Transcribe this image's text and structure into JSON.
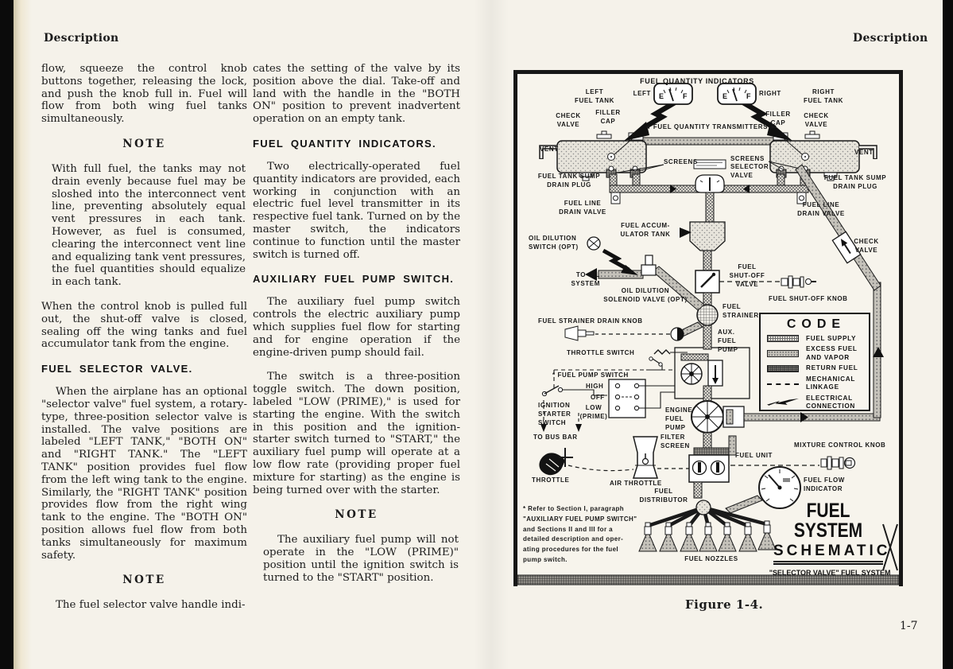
{
  "left_page": {
    "header": "Description",
    "col1": {
      "p1": "flow, squeeze the control knob buttons together, releasing the lock, and push the knob full in.  Fuel will flow from both wing fuel tanks simultaneously.",
      "note1_label": "NOTE",
      "note1": "With full fuel, the tanks may not drain evenly because fuel may be sloshed into the interconnect vent line, preventing absolutely equal vent pressures in each tank.  However, as fuel is consumed, clearing the interconnect vent line and equalizing tank vent pressures, the fuel quantities should equalize in each tank.",
      "p2": "When the control knob is pulled full out, the shut-off valve is closed, sealing off the wing tanks and fuel accumulator tank from the engine.",
      "heading1": "FUEL SELECTOR VALVE.",
      "p3": "When the airplane has an optional \"selector valve\" fuel system, a rotary-type, three-position selector valve is installed.  The valve positions are labeled \"LEFT TANK,\" \"BOTH ON\" and \"RIGHT TANK.\" The \"LEFT TANK\" position provides fuel flow from the left wing tank to the engine.  Similarly, the \"RIGHT TANK\" position provides flow from the right wing tank to the engine.  The \"BOTH ON\" position allows fuel flow from both tanks simultaneously for maximum safety.",
      "note2_label": "NOTE",
      "p4": "The fuel selector valve handle indi-"
    },
    "col2": {
      "p1": "cates the setting of the valve by its position above the dial.  Take-off and land with the handle in the \"BOTH ON\" position to prevent inadvertent operation on an empty tank.",
      "heading1": "FUEL QUANTITY INDICATORS.",
      "p2": "Two electrically-operated fuel quantity indicators are provided, each working in conjunction with an electric fuel level transmitter in its respective fuel tank.  Turned on by the master switch, the indicators continue to function until the master switch is turned off.",
      "heading2": "AUXILIARY FUEL PUMP SWITCH.",
      "p3": "The auxiliary fuel pump switch controls the electric auxiliary pump which supplies fuel flow for starting and for engine operation if the engine-driven pump should fail.",
      "p4": "The switch is a three-position toggle switch.  The down position, labeled \"LOW (PRIME),\" is used for starting the engine.  With the switch in this position and the ignition-starter switch turned to \"START,\" the auxiliary fuel pump will operate at a low flow rate (providing proper fuel mixture for starting) as the engine is being turned over with the starter.",
      "note_label": "NOTE",
      "note": "The auxiliary fuel pump will not operate in the \"LOW (PRIME)\" position until the ignition switch is turned to the \"START\" position."
    }
  },
  "right_page": {
    "header": "Description",
    "figure_caption": "Figure 1-4.",
    "page_number": "1-7",
    "diagram": {
      "labels": {
        "fqi_title": "FUEL QUANTITY INDICATORS",
        "gauge_left": "LEFT",
        "gauge_right": "RIGHT",
        "gauge_e": "E",
        "gauge_f": "F",
        "left_tank": "LEFT\nFUEL TANK",
        "right_tank": "RIGHT\nFUEL TANK",
        "check_valve_left": "CHECK\nVALVE",
        "filler_cap_left": "FILLER\nCAP",
        "filler_cap_right": "FILLER\nCAP",
        "check_valve_right": "CHECK\nVALVE",
        "vent_left": "VENT",
        "vent_right": "VENT",
        "transmitters": "◄ FUEL QUANTITY TRANSMITTERS ►",
        "screens_left": "SCREENS",
        "screens_right": "SCREENS",
        "selector_valve": "SELECTOR\nVALVE",
        "sump_left": "FUEL TANK SUMP\nDRAIN PLUG",
        "sump_right": "FUEL TANK SUMP\nDRAIN PLUG",
        "line_drain_left": "FUEL LINE\nDRAIN VALVE",
        "line_drain_right": "FUEL LINE\nDRAIN VALVE",
        "accumulator": "FUEL ACCUM-\nULATOR TANK",
        "oil_dilution_switch": "OIL DILUTION\nSWITCH (OPT)",
        "to_oil_system": "TO OIL\nSYSTEM",
        "solenoid": "OIL DILUTION\nSOLENOID VALVE (OPT)",
        "shutoff_valve": "FUEL\nSHUT-OFF\nVALVE",
        "check_valve_mid": "CHECK\nVALVE",
        "shutoff_knob": "FUEL SHUT-OFF KNOB",
        "strainer": "FUEL\nSTRAINER",
        "strainer_drain": "FUEL STRAINER DRAIN KNOB",
        "throttle_switch": "THROTTLE SWITCH",
        "fuel_pump_switch": "* FUEL PUMP SWITCH",
        "high": "HIGH",
        "off": "OFF",
        "low": "LOW\n(PRIME)",
        "ignition": "IGNITION\nSTARTER\nSWITCH",
        "bus_bar": "TO BUS BAR",
        "throttle": "THROTTLE",
        "air_throttle": "AIR THROTTLE",
        "aux_pump": "AUX.\nFUEL\nPUMP",
        "engine_pump": "ENGINE\nFUEL\nPUMP",
        "filter_screen": "FILTER\nSCREEN",
        "fuel_unit": "FUEL UNIT",
        "mixture_knob": "MIXTURE CONTROL KNOB",
        "fuel_flow": "FUEL FLOW\nINDICATOR",
        "distributor": "FUEL\nDISTRIBUTOR",
        "nozzles": "FUEL NOZZLES"
      },
      "code_legend": {
        "title": "CODE",
        "items": [
          {
            "label": "FUEL SUPPLY"
          },
          {
            "label": "EXCESS FUEL\nAND VAPOR"
          },
          {
            "label": "RETURN FUEL"
          },
          {
            "label": "MECHANICAL\nLINKAGE"
          },
          {
            "label": "ELECTRICAL\nCONNECTION"
          }
        ]
      },
      "title_block": {
        "line1": "FUEL SYSTEM",
        "line2": "SCHEMATIC",
        "line3": "\"SELECTOR VALVE\" FUEL SYSTEM"
      },
      "footnote": "* Refer to Section I, paragraph\n\"AUXILIARY FUEL PUMP SWITCH\"\nand Sections II and III for a\ndetailed description and oper-\nating procedures for the fuel\npump switch."
    }
  }
}
